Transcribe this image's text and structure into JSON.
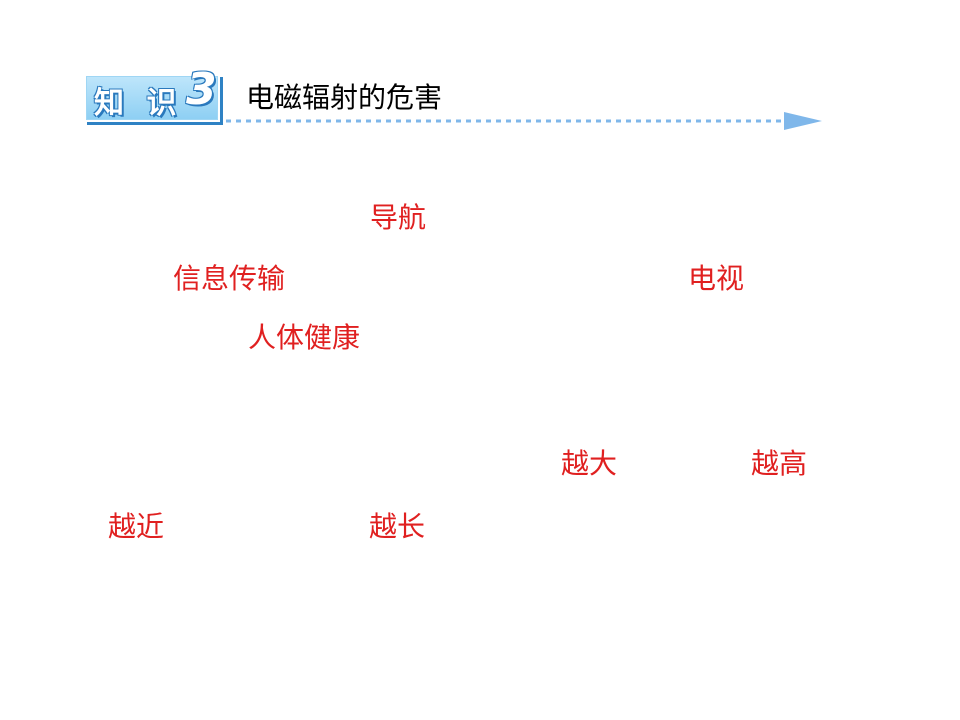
{
  "header": {
    "badge_label": "知 识",
    "badge_number": "3",
    "title": "电磁辐射的危害",
    "accent_color": "#2a79bd",
    "arrow_color": "#7fb7ea"
  },
  "keywords": {
    "navigation": "导航",
    "info_transmission": "信息传输",
    "television": "电视",
    "human_health": "人体健康",
    "larger": "越大",
    "higher": "越高",
    "closer": "越近",
    "longer": "越长"
  },
  "keyword_color": "#e02020"
}
